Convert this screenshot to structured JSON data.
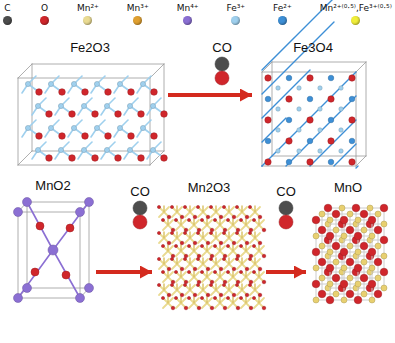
{
  "diagram": {
    "nodes": [
      {
        "text": [
          "Fe2O3"
        ]
      },
      {
        "text": [
          "Fe3O4"
        ]
      },
      {
        "text": [
          "MnO2"
        ]
      },
      {
        "text": [
          "Mn2O3"
        ]
      },
      {
        "text": [
          "MnO"
        ]
      }
    ],
    "edges": [
      {
        "from": 0,
        "to": 1,
        "arrow": "to"
      },
      {
        "from": 2,
        "to": 3,
        "arrow": "to"
      },
      {
        "from": 3,
        "to": 4,
        "arrow": "to"
      }
    ],
    "labels": [
      "CO",
      "CO",
      "CO"
    ],
    "legend": [
      {
        "text": "C",
        "color": "#4d4d4d"
      },
      {
        "text": "O",
        "color": "#d0262b"
      },
      {
        "text": "Mn²⁺",
        "color": "#eadb92"
      },
      {
        "text": "Mn³⁺",
        "color": "#e0a030"
      },
      {
        "text": "Mn⁴⁺",
        "color": "#8b6fd3"
      },
      {
        "text": "Fe³⁺",
        "color": "#9fd0ee"
      },
      {
        "text": "Fe²⁺",
        "color": "#3d8fd6"
      },
      {
        "text": "Mn²⁺⁽⁰·⁵⁾,Fe³⁺⁽⁰·⁵⁾",
        "color": "#f0ee3a"
      }
    ]
  }
}
